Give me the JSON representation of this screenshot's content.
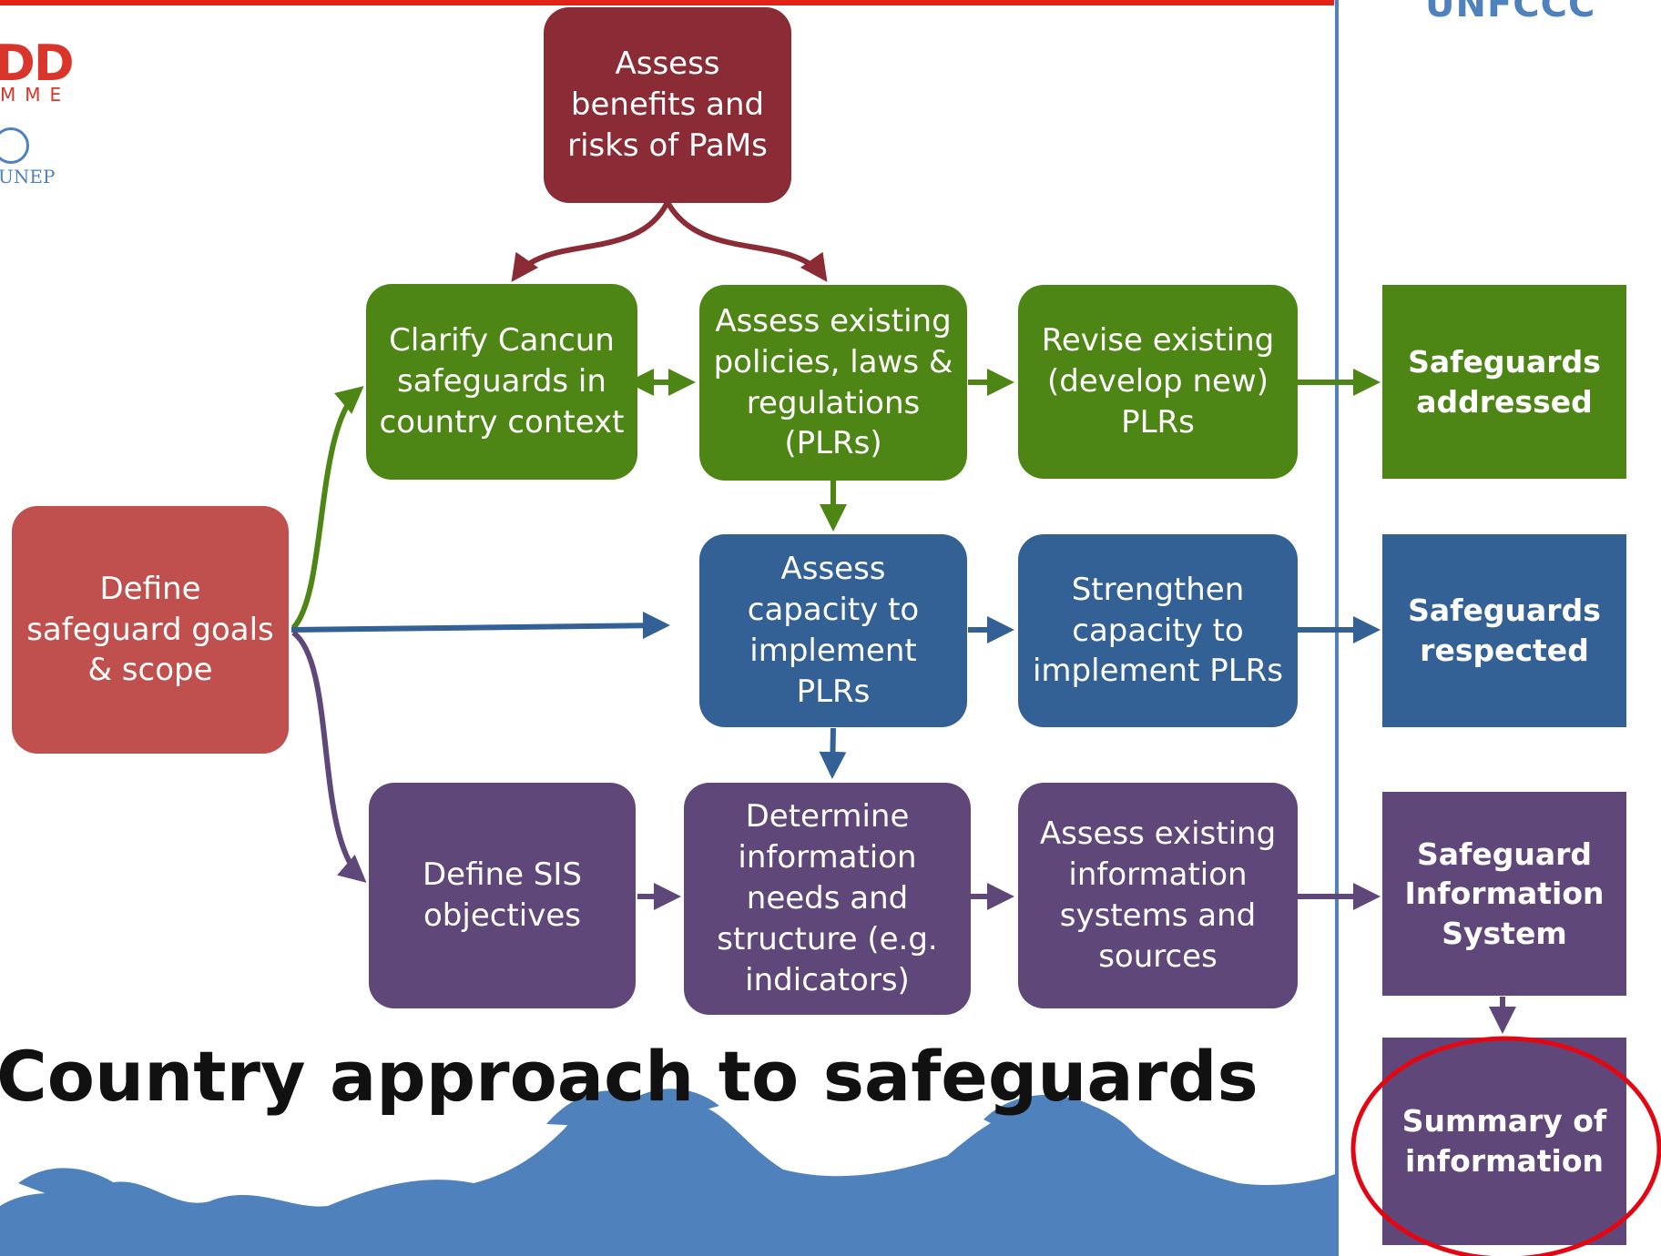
{
  "header": {
    "right_title": "UNFCCC"
  },
  "logos": {
    "redd_fragment": "DD",
    "programme_fragment": "MME",
    "unep_label": "UNEP"
  },
  "title": "Country approach to safeguards",
  "colors": {
    "dark_red": "#8a2b36",
    "red": "#c0504d",
    "green": "#4e8616",
    "blue": "#336095",
    "purple": "#5f4879",
    "divider": "#4f81bd",
    "highlight_circle": "#e30613"
  },
  "boxes": {
    "assess_benefits": "Assess benefits and risks of PaMs",
    "define_goals": "Define safeguard goals & scope",
    "clarify_cancun": "Clarify Cancun safeguards in country context",
    "assess_policies": "Assess existing policies, laws & regulations (PLRs)",
    "revise_plrs": "Revise existing (develop new) PLRs",
    "assess_capacity": "Assess capacity to implement PLRs",
    "strengthen_capacity": "Strengthen capacity to implement PLRs",
    "define_sis": "Define SIS objectives",
    "determine_info": "Determine information needs and structure (e.g. indicators)",
    "assess_info_systems": "Assess existing information systems and sources"
  },
  "outcomes": {
    "safeguards_addressed": "Safeguards addressed",
    "safeguards_respected": "Safeguards respected",
    "sis": "Safeguard Information System",
    "summary": "Summary of information"
  }
}
